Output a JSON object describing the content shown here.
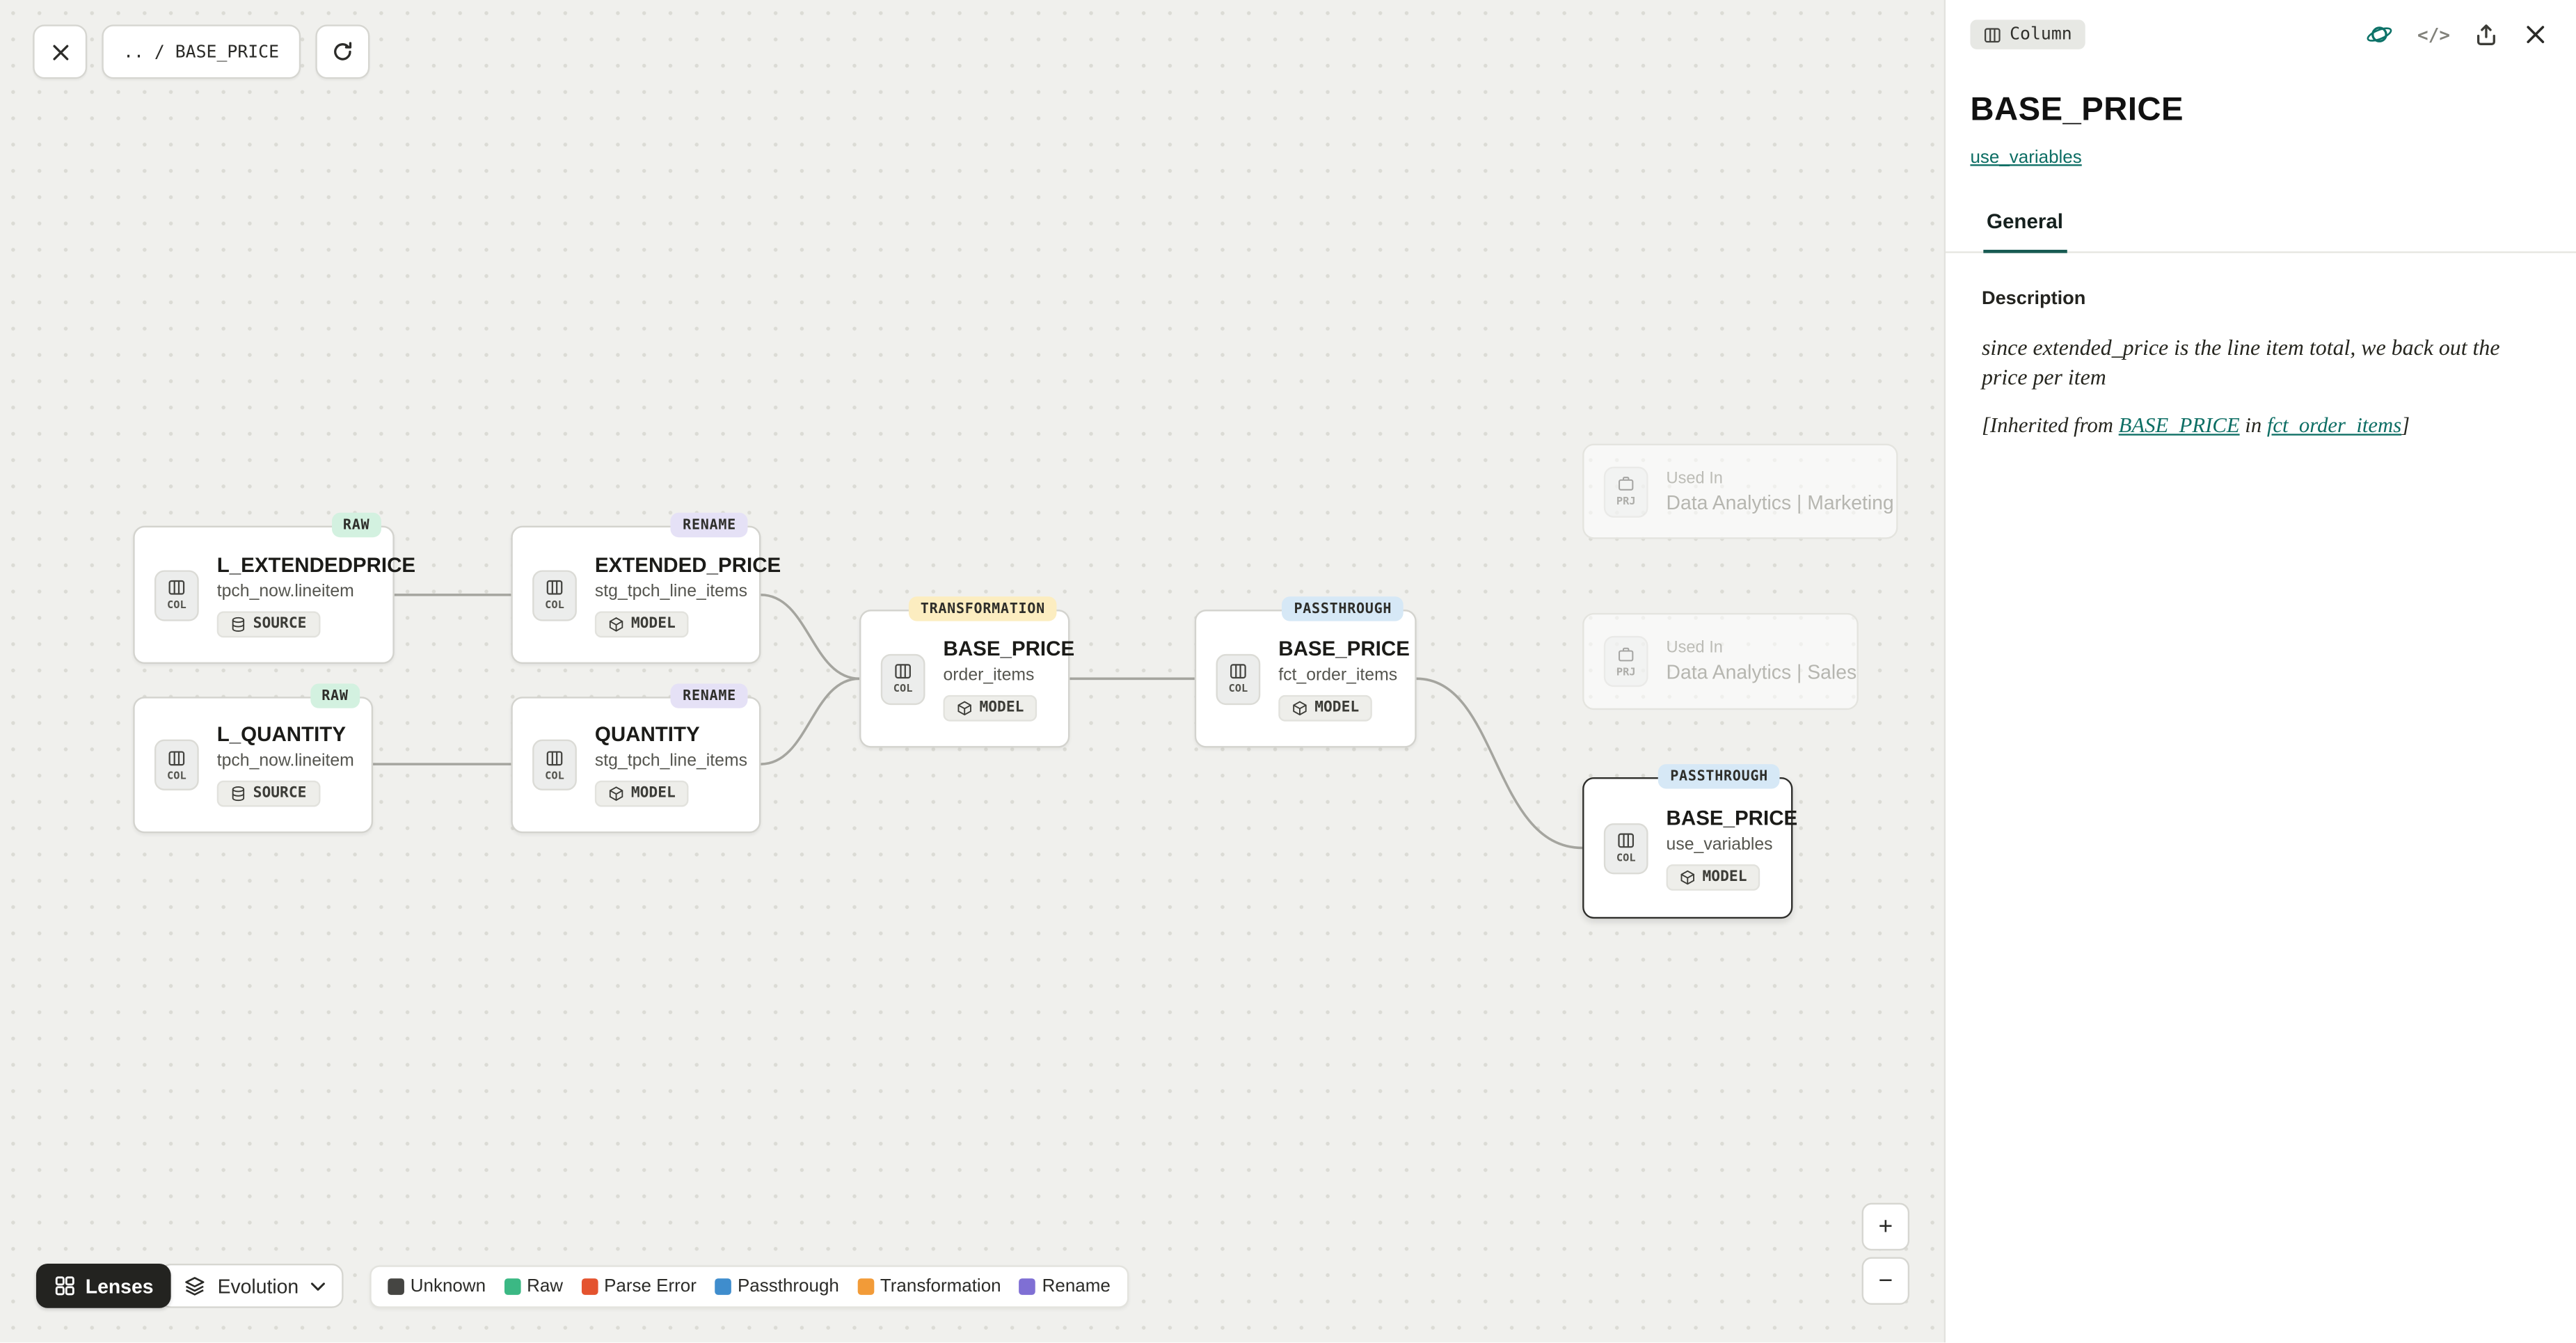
{
  "toolbar": {
    "breadcrumb": ".. / BASE_PRICE"
  },
  "canvas": {
    "nodes": [
      {
        "badge": "RAW",
        "title": "L_EXTENDEDPRICE",
        "subtitle": "tpch_now.lineitem",
        "chip": "SOURCE",
        "kind": "COL"
      },
      {
        "badge": "RENAME",
        "title": "EXTENDED_PRICE",
        "subtitle": "stg_tpch_line_items",
        "chip": "MODEL",
        "kind": "COL"
      },
      {
        "badge": "RAW",
        "title": "L_QUANTITY",
        "subtitle": "tpch_now.lineitem",
        "chip": "SOURCE",
        "kind": "COL"
      },
      {
        "badge": "RENAME",
        "title": "QUANTITY",
        "subtitle": "stg_tpch_line_items",
        "chip": "MODEL",
        "kind": "COL"
      },
      {
        "badge": "TRANSFORMATION",
        "title": "BASE_PRICE",
        "subtitle": "order_items",
        "chip": "MODEL",
        "kind": "COL"
      },
      {
        "badge": "PASSTHROUGH",
        "title": "BASE_PRICE",
        "subtitle": "fct_order_items",
        "chip": "MODEL",
        "kind": "COL"
      },
      {
        "badge": "PASSTHROUGH",
        "title": "BASE_PRICE",
        "subtitle": "use_variables",
        "chip": "MODEL",
        "kind": "COL"
      }
    ],
    "ghosts": [
      {
        "label": "Used In",
        "title": "Data Analytics | Marketing",
        "kind": "PRJ"
      },
      {
        "label": "Used In",
        "title": "Data Analytics | Sales",
        "kind": "PRJ"
      }
    ]
  },
  "footer": {
    "lenses": "Lenses",
    "evolution": "Evolution",
    "legend": [
      {
        "label": "Unknown",
        "color": "#454542"
      },
      {
        "label": "Raw",
        "color": "#3bb884"
      },
      {
        "label": "Parse Error",
        "color": "#e4532f"
      },
      {
        "label": "Passthrough",
        "color": "#3f8dcd"
      },
      {
        "label": "Transformation",
        "color": "#f29b38"
      },
      {
        "label": "Rename",
        "color": "#7f6fd4"
      }
    ],
    "zoom_in": "+",
    "zoom_out": "−"
  },
  "panel": {
    "type_badge": "Column",
    "title": "BASE_PRICE",
    "link": "use_variables",
    "tab_general": "General",
    "description_label": "Description",
    "description": "since extended_price is the line item total, we back out the price per item",
    "inherited": {
      "prefix": "[Inherited from ",
      "link1": "BASE_PRICE",
      "middle": " in ",
      "link2": "fct_order_items",
      "suffix": "]"
    },
    "code_icon_glyph": "</>"
  },
  "colors": {
    "accent_teal": "#0d6e64",
    "badge_raw": "#d3f1e0",
    "badge_rename": "#e5e1f6",
    "badge_transformation": "#fcedc0",
    "badge_passthrough": "#d6e8f6",
    "canvas_bg": "#f0f0ed"
  }
}
